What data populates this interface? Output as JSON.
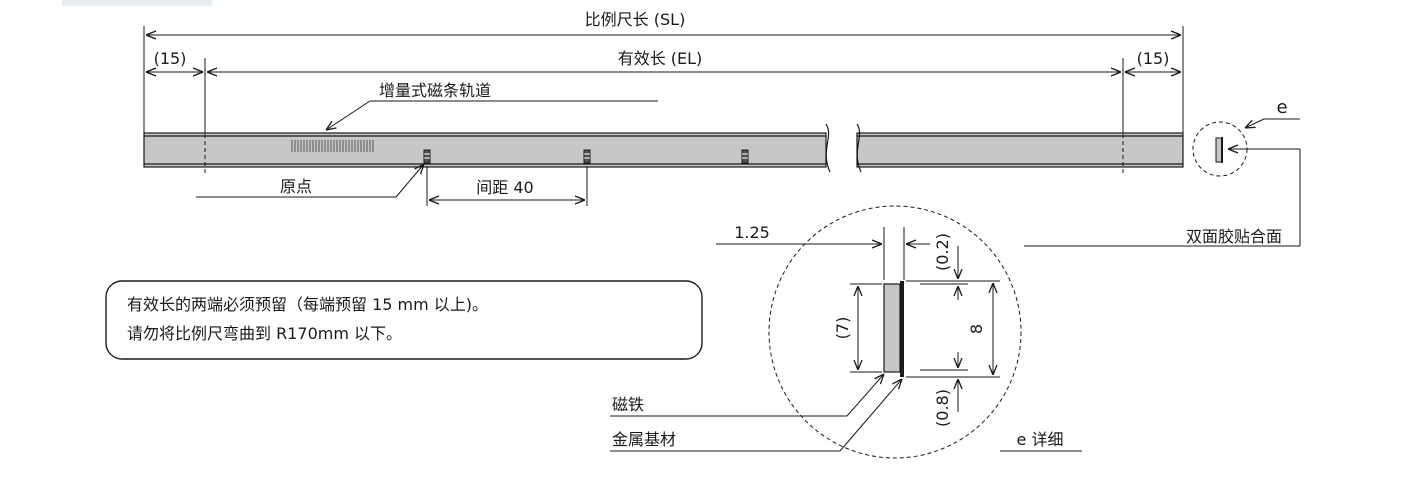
{
  "dimensions": {
    "scale_length": "比例尺长 (SL)",
    "effective_length": "有效长 (EL)",
    "left_margin": "(15)",
    "right_margin": "(15)",
    "pitch": "间距 40",
    "thickness_detail": "1.25",
    "top_gap": "(0.2)",
    "magnet_height": "(7)",
    "total_height": "8",
    "bottom_gap": "(0.8)"
  },
  "labels": {
    "incremental_track": "增量式磁条轨道",
    "origin": "原点",
    "detail_mark": "e",
    "adhesive_face": "双面胶贴合面",
    "magnet": "磁铁",
    "metal_base": "金属基材",
    "detail_title": "e 详细"
  },
  "note": {
    "line1": "有效长的两端必须预留（每端预留 15 mm 以上)。",
    "line2": "请勿将比例尺弯曲到 R170mm 以下。"
  }
}
